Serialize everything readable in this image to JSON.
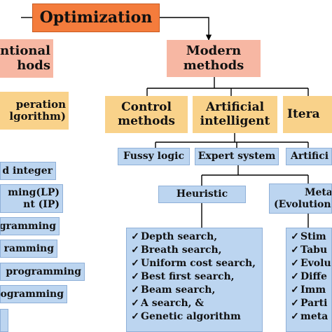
{
  "root": {
    "label": "Optimization"
  },
  "conventional": {
    "line1": "ntional",
    "line2": "hods"
  },
  "modern": {
    "line1": "Modern",
    "line2": "methods"
  },
  "operation": {
    "line1": "peration",
    "line2": "lgorithm)"
  },
  "categories": {
    "control": {
      "line1": "Control",
      "line2": "methods"
    },
    "ai": {
      "line1": "Artificial",
      "line2": "intelligent"
    },
    "iterative": {
      "label": "Itera"
    }
  },
  "ai_branches": {
    "fuzzy": "Fussy logic",
    "expert": "Expert system",
    "artificial": "Artifici"
  },
  "heuristic": {
    "label": "Heuristic"
  },
  "meta": {
    "line1": "Meta",
    "line2": "(Evolution"
  },
  "left_items": [
    "d integer",
    "ming(LP)",
    "nt (IP)",
    "gramming",
    "ramming",
    "programming",
    "ogramming"
  ],
  "check_mark": "✓",
  "heuristic_list": [
    "Depth search,",
    "Breath search,",
    "Uniform cost search,",
    "Best first search,",
    "Beam search,",
    "A search, &",
    "Genetic algorithm"
  ],
  "meta_list": [
    "Stim",
    "Tabu",
    "Evolu",
    "Diffe",
    "Imm",
    "Parti",
    "meta"
  ]
}
